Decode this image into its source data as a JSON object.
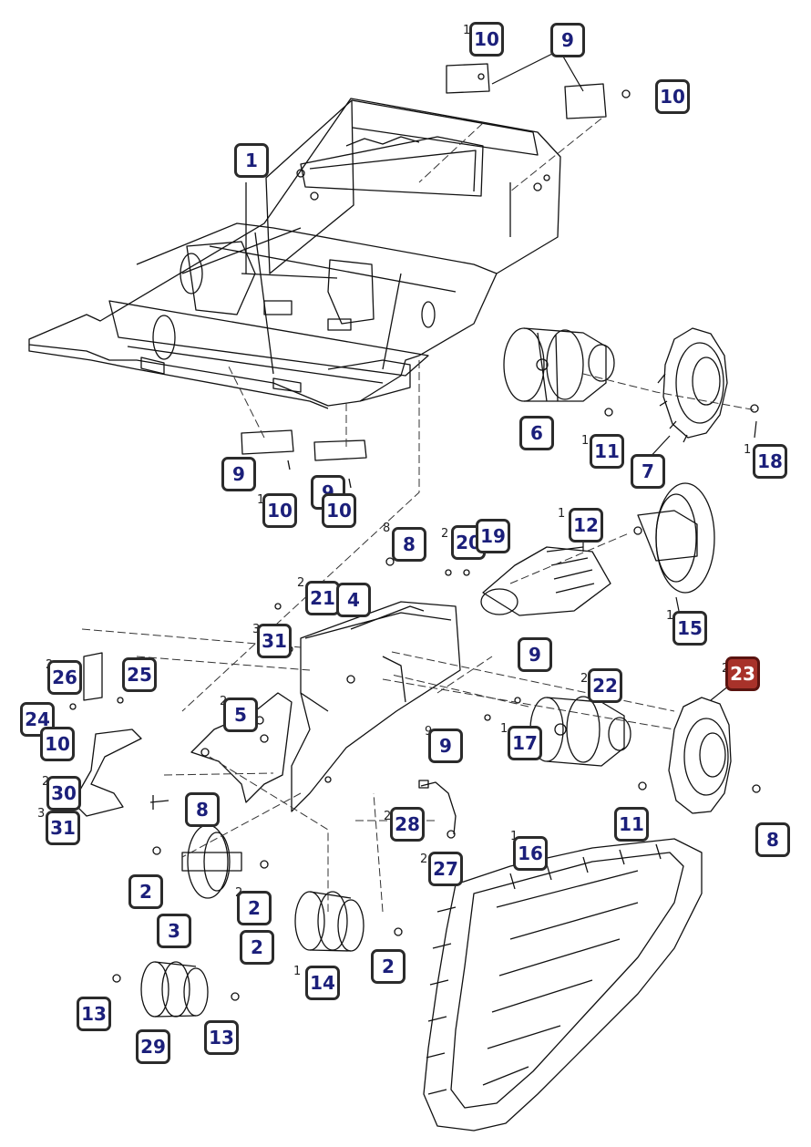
{
  "callouts": [
    {
      "label": "10",
      "qty": "1"
    },
    {
      "label": "9",
      "qty": ""
    },
    {
      "label": "10",
      "qty": ""
    },
    {
      "label": "1",
      "qty": ""
    },
    {
      "label": "6",
      "qty": ""
    },
    {
      "label": "11",
      "qty": "1"
    },
    {
      "label": "7",
      "qty": ""
    },
    {
      "label": "18",
      "qty": "1"
    },
    {
      "label": "9",
      "qty": ""
    },
    {
      "label": "10",
      "qty": "1"
    },
    {
      "label": "9",
      "qty": ""
    },
    {
      "label": "10",
      "qty": ""
    },
    {
      "label": "8",
      "qty": "8"
    },
    {
      "label": "20",
      "qty": "2"
    },
    {
      "label": "19",
      "qty": ""
    },
    {
      "label": "12",
      "qty": "1"
    },
    {
      "label": "21",
      "qty": "2"
    },
    {
      "label": "4",
      "qty": ""
    },
    {
      "label": "15",
      "qty": "1"
    },
    {
      "label": "31",
      "qty": "3"
    },
    {
      "label": "9",
      "qty": ""
    },
    {
      "label": "26",
      "qty": "2"
    },
    {
      "label": "25",
      "qty": ""
    },
    {
      "label": "23",
      "qty": "2",
      "highlight": true
    },
    {
      "label": "22",
      "qty": "2"
    },
    {
      "label": "5",
      "qty": "2"
    },
    {
      "label": "24",
      "qty": ""
    },
    {
      "label": "10",
      "qty": ""
    },
    {
      "label": "17",
      "qty": "1"
    },
    {
      "label": "9",
      "qty": "9"
    },
    {
      "label": "30",
      "qty": "2"
    },
    {
      "label": "8",
      "qty": ""
    },
    {
      "label": "31",
      "qty": "3"
    },
    {
      "label": "28",
      "qty": "2"
    },
    {
      "label": "11",
      "qty": ""
    },
    {
      "label": "8",
      "qty": ""
    },
    {
      "label": "16",
      "qty": "1"
    },
    {
      "label": "27",
      "qty": "2"
    },
    {
      "label": "2",
      "qty": ""
    },
    {
      "label": "2",
      "qty": "2"
    },
    {
      "label": "3",
      "qty": ""
    },
    {
      "label": "2",
      "qty": ""
    },
    {
      "label": "14",
      "qty": "1"
    },
    {
      "label": "2",
      "qty": ""
    },
    {
      "label": "13",
      "qty": ""
    },
    {
      "label": "13",
      "qty": ""
    },
    {
      "label": "29",
      "qty": ""
    }
  ]
}
